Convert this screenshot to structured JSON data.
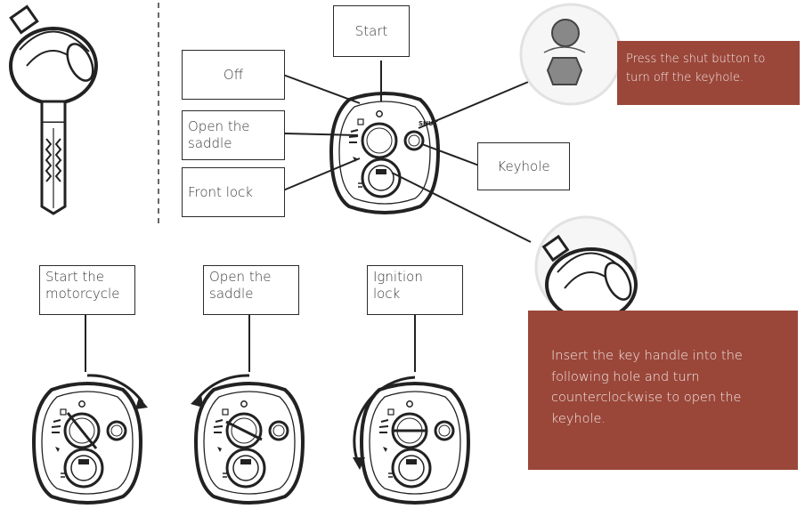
{
  "labels": {
    "start": "Start",
    "off": "Off",
    "open_saddle": "Open the\nsaddle",
    "front_lock": "Front lock",
    "keyhole": "Keyhole",
    "start_motorcycle": "Start the\nmotorcycle",
    "open_saddle_2": "Open the\nsaddle",
    "ignition_lock": "Ignition\nlock"
  },
  "notes": {
    "shut_button": "Press the shut button to turn off the keyhole.",
    "key_handle": "Insert the key handle into the following hole and turn counterclockwise to open the keyhole."
  },
  "lock_face": {
    "shut_text": "SHUT"
  },
  "colors": {
    "note_bg": "#9a473a",
    "note_text": "#f3e6e3",
    "line": "#2b2b2b"
  }
}
